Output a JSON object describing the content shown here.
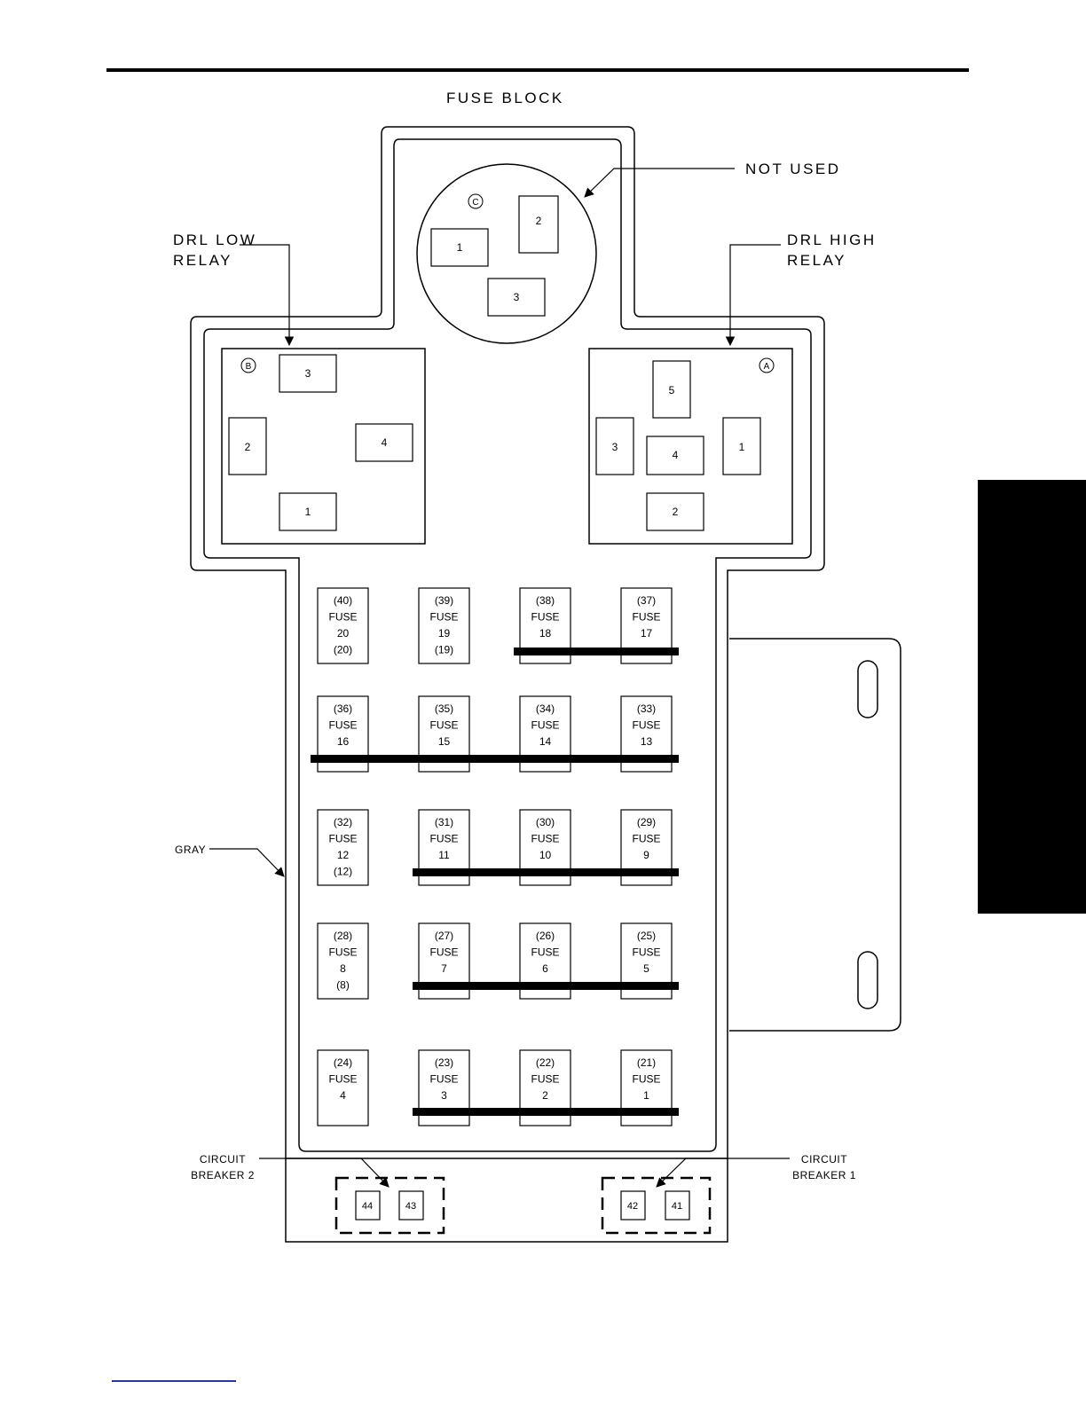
{
  "title": "FUSE BLOCK",
  "labels": {
    "not_used": "NOT USED",
    "drl_low": [
      "DRL LOW",
      "RELAY"
    ],
    "drl_high": [
      "DRL HIGH",
      "RELAY"
    ],
    "gray": "GRAY",
    "circuit_breaker_2": [
      "CIRCUIT",
      "BREAKER 2"
    ],
    "circuit_breaker_1": [
      "CIRCUIT",
      "BREAKER 1"
    ]
  },
  "relay_c": {
    "letter": "C",
    "cavities": [
      "1",
      "2",
      "3"
    ]
  },
  "relay_b": {
    "letter": "B",
    "cavities": [
      "3",
      "2",
      "4",
      "1"
    ]
  },
  "relay_a": {
    "letter": "A",
    "cavities": [
      "5",
      "3",
      "4",
      "1",
      "2"
    ]
  },
  "fuse_rows": [
    [
      {
        "lines": [
          "(40)",
          "FUSE",
          "20",
          "(20)"
        ]
      },
      {
        "lines": [
          "(39)",
          "FUSE",
          "19",
          "(19)"
        ]
      },
      {
        "lines": [
          "(38)",
          "FUSE",
          "18"
        ]
      },
      {
        "lines": [
          "(37)",
          "FUSE",
          "17"
        ]
      }
    ],
    [
      {
        "lines": [
          "(36)",
          "FUSE",
          "16"
        ]
      },
      {
        "lines": [
          "(35)",
          "FUSE",
          "15"
        ]
      },
      {
        "lines": [
          "(34)",
          "FUSE",
          "14"
        ]
      },
      {
        "lines": [
          "(33)",
          "FUSE",
          "13"
        ]
      }
    ],
    [
      {
        "lines": [
          "(32)",
          "FUSE",
          "12",
          "(12)"
        ]
      },
      {
        "lines": [
          "(31)",
          "FUSE",
          "11"
        ]
      },
      {
        "lines": [
          "(30)",
          "FUSE",
          "10"
        ]
      },
      {
        "lines": [
          "(29)",
          "FUSE",
          "9"
        ]
      }
    ],
    [
      {
        "lines": [
          "(28)",
          "FUSE",
          "8",
          "(8)"
        ]
      },
      {
        "lines": [
          "(27)",
          "FUSE",
          "7"
        ]
      },
      {
        "lines": [
          "(26)",
          "FUSE",
          "6"
        ]
      },
      {
        "lines": [
          "(25)",
          "FUSE",
          "5"
        ]
      }
    ],
    [
      {
        "lines": [
          "(24)",
          "FUSE",
          "4"
        ]
      },
      {
        "lines": [
          "(23)",
          "FUSE",
          "3"
        ]
      },
      {
        "lines": [
          "(22)",
          "FUSE",
          "2"
        ]
      },
      {
        "lines": [
          "(21)",
          "FUSE",
          "1"
        ]
      }
    ]
  ],
  "breakers_left": [
    "44",
    "43"
  ],
  "breakers_right": [
    "42",
    "41"
  ]
}
